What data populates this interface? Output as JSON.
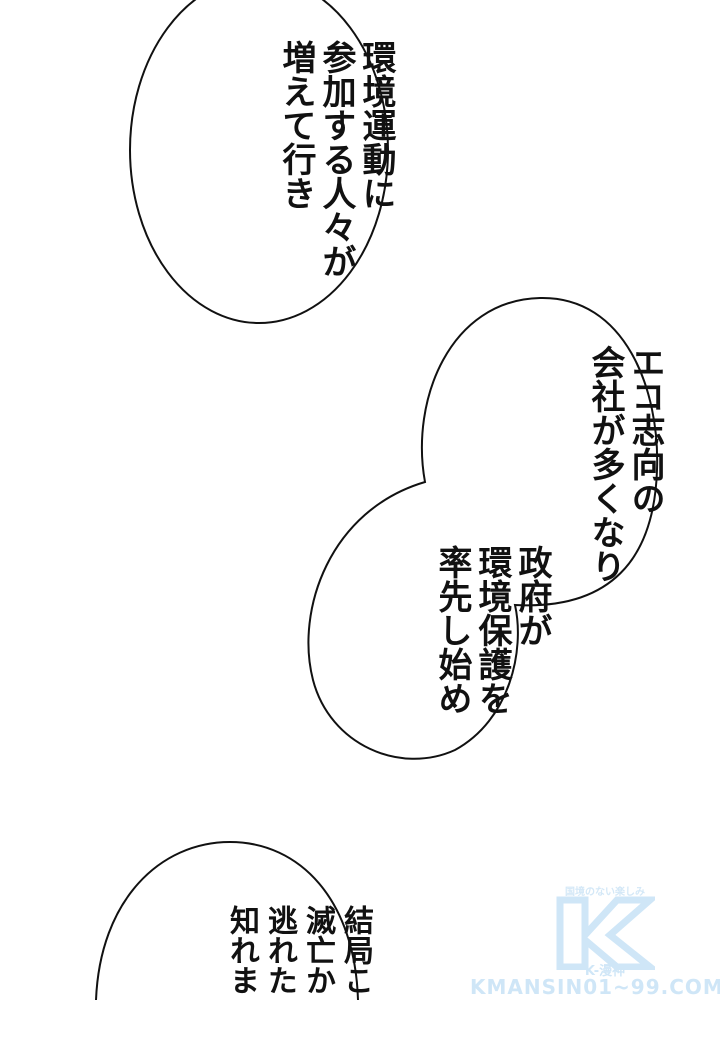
{
  "page": {
    "background": "#ffffff",
    "ink": "#111111"
  },
  "bubbles": [
    {
      "id": "bubble-1",
      "columns": [
        "環境運動に",
        "参加する人々が",
        "増えて行き"
      ]
    },
    {
      "id": "bubble-2",
      "columns": [
        "エコ志向の",
        "会社が多くなり"
      ]
    },
    {
      "id": "bubble-3",
      "columns": [
        "政府が",
        "環境保護を",
        "率先し始め"
      ]
    },
    {
      "id": "bubble-4",
      "columns": [
        "結局こ",
        "滅亡か",
        "逃れた",
        "知れま"
      ]
    }
  ],
  "watermark": {
    "tagline": "国境のない楽しみ",
    "logo_letter": "K",
    "subtitle": "K-漫神",
    "url": "KMANSIN01~99.COM",
    "color": "#cfe6f7"
  }
}
